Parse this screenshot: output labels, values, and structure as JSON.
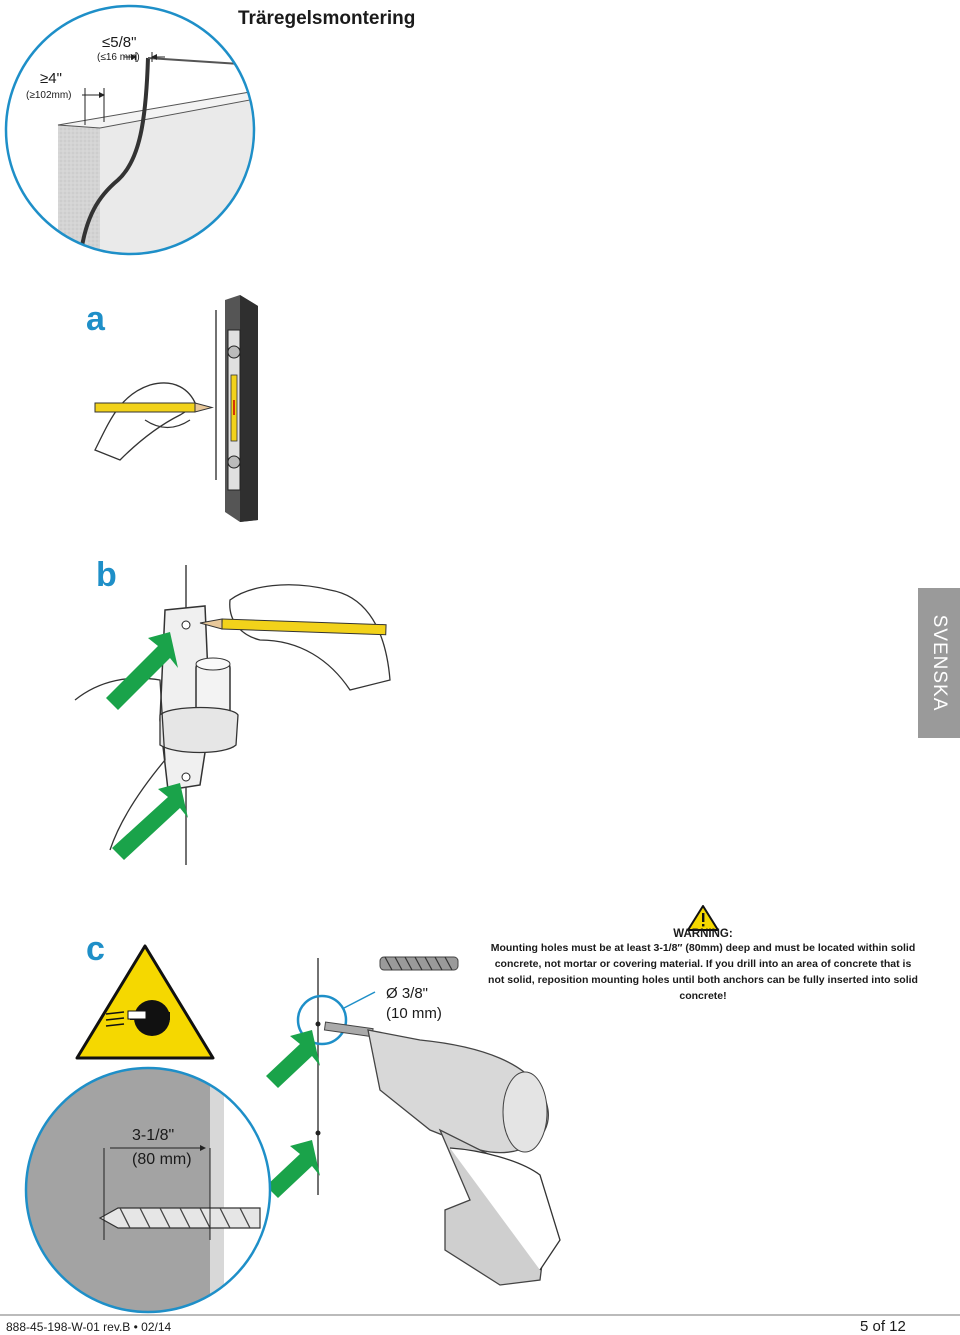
{
  "page": {
    "title": "Träregelsmontering",
    "side_tab": "SVENSKA"
  },
  "steps": {
    "a": "a",
    "b": "b",
    "c": "c"
  },
  "dimensions": {
    "stud_min": "≥4\"",
    "stud_min_mm": "(≥102mm)",
    "cover_max": "≤5/8\"",
    "cover_max_mm": "(≤16 mm)",
    "drill_dia": "Ø 3/8\"",
    "drill_dia_mm": "(10 mm)",
    "depth": "3-1/8\"",
    "depth_mm": "(80 mm)"
  },
  "warning": {
    "title": "WARNING:",
    "body": "Mounting holes must be at least 3-1/8″ (80mm) deep and must be located within solid concrete, not mortar or covering material.  If you drill into an area of concrete that is not solid, reposition mounting holes until both anchors can be fully inserted into solid concrete!"
  },
  "footer": {
    "doc_id": "888-45-198-W-01 rev.B • 02/14",
    "page_of": "5 of 12"
  },
  "colors": {
    "accent_blue": "#1e8fc8",
    "arrow_green": "#1aa34a",
    "pencil_yellow": "#f2d21a",
    "warning_yellow": "#f5d800",
    "tab_gray": "#9a9a9a"
  }
}
